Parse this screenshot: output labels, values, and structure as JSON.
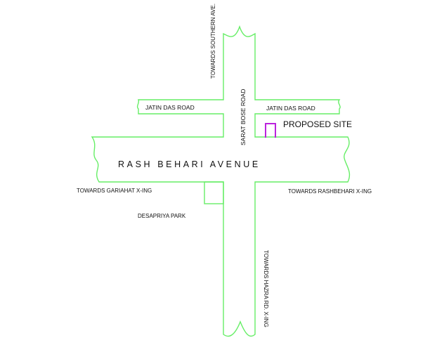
{
  "labels": {
    "southern": "TOWARDS SOUTHERN AVE.",
    "sarat_bose": "SARAT BOSE ROAD",
    "jatin_left": "JATIN DAS ROAD",
    "jatin_right": "JATIN DAS ROAD",
    "proposed_site": "PROPOSED SITE",
    "rash_behari": "RASH BEHARI AVENUE",
    "gariahat": "TOWARDS GARIAHAT X-ING",
    "rashbehari_xing": "TOWARDS RASHBEHARI X-ING",
    "desapriya": "DESAPRIYA PARK",
    "hazra": "TOWARDS HAZRA RD. X-ING"
  },
  "colors": {
    "road": "#66ee66",
    "site": "#bb22dd"
  }
}
